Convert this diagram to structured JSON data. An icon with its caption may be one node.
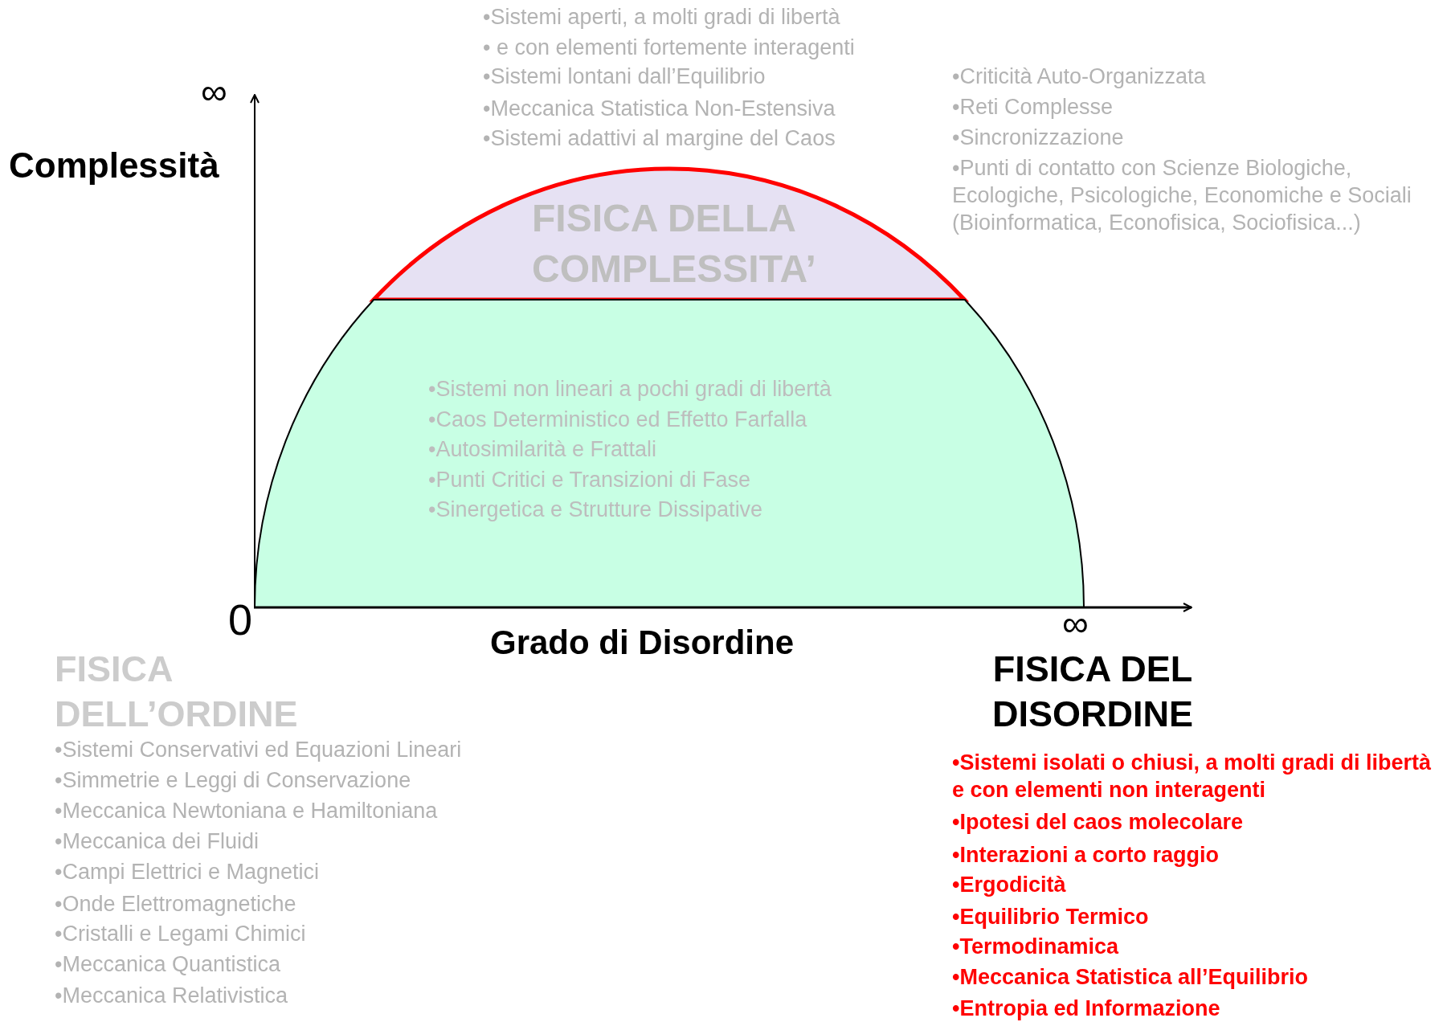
{
  "diagram": {
    "nodes": [
      {
        "text": [
          "FISICA DELLA COMPLESSITA’"
        ]
      },
      {
        "text": [
          "•Sistemi non lineari a pochi gradi di libertà",
          "•Caos Deterministico ed Effetto Farfalla",
          "•Autosimilarità e Frattali",
          "•Punti Critici e Transizioni di Fase",
          "•Sinergetica e Strutture Dissipative"
        ]
      }
    ],
    "edges": [],
    "labels": [
      "•Sistemi aperti, a molti gradi di libertà",
      "• e con elementi fortemente interagenti",
      "•Sistemi lontani dall’Equilibrio",
      "•Meccanica Statistica Non-Estensiva",
      "•Sistemi adattivi al margine del Caos",
      "∞",
      "Complessità",
      "•Criticità Auto-Organizzata",
      "•Reti Complesse",
      "•Sincronizzazione",
      "•Punti di contatto con Scienze Biologiche, Ecologiche, Psicologiche, Economiche e Sociali (Bioinformatica, Econofisica, Sociofisica...)",
      "0",
      "∞",
      "Grado di Disordine",
      "FISICA DELL’ORDINE",
      "FISICA DEL DISORDINE",
      "•Sistemi Conservativi ed Equazioni Lineari",
      "•Simmetrie e Leggi di Conservazione",
      "•Meccanica Newtoniana e Hamiltoniana",
      "•Meccanica dei Fluidi",
      "•Campi Elettrici e Magnetici",
      "•Onde Elettromagnetiche",
      "•Cristalli e Legami Chimici",
      "•Meccanica Quantistica",
      "•Meccanica Relativistica",
      "•Sistemi isolati o chiusi, a molti gradi di libertà e con elementi non interagenti",
      "•Ipotesi del caos molecolare",
      "•Interazioni a corto raggio",
      "•Ergodicità",
      "•Equilibrio Termico",
      "•Termodinamica",
      "•Meccanica Statistica all’Equilibrio",
      "•Entropia ed Informazione"
    ]
  }
}
